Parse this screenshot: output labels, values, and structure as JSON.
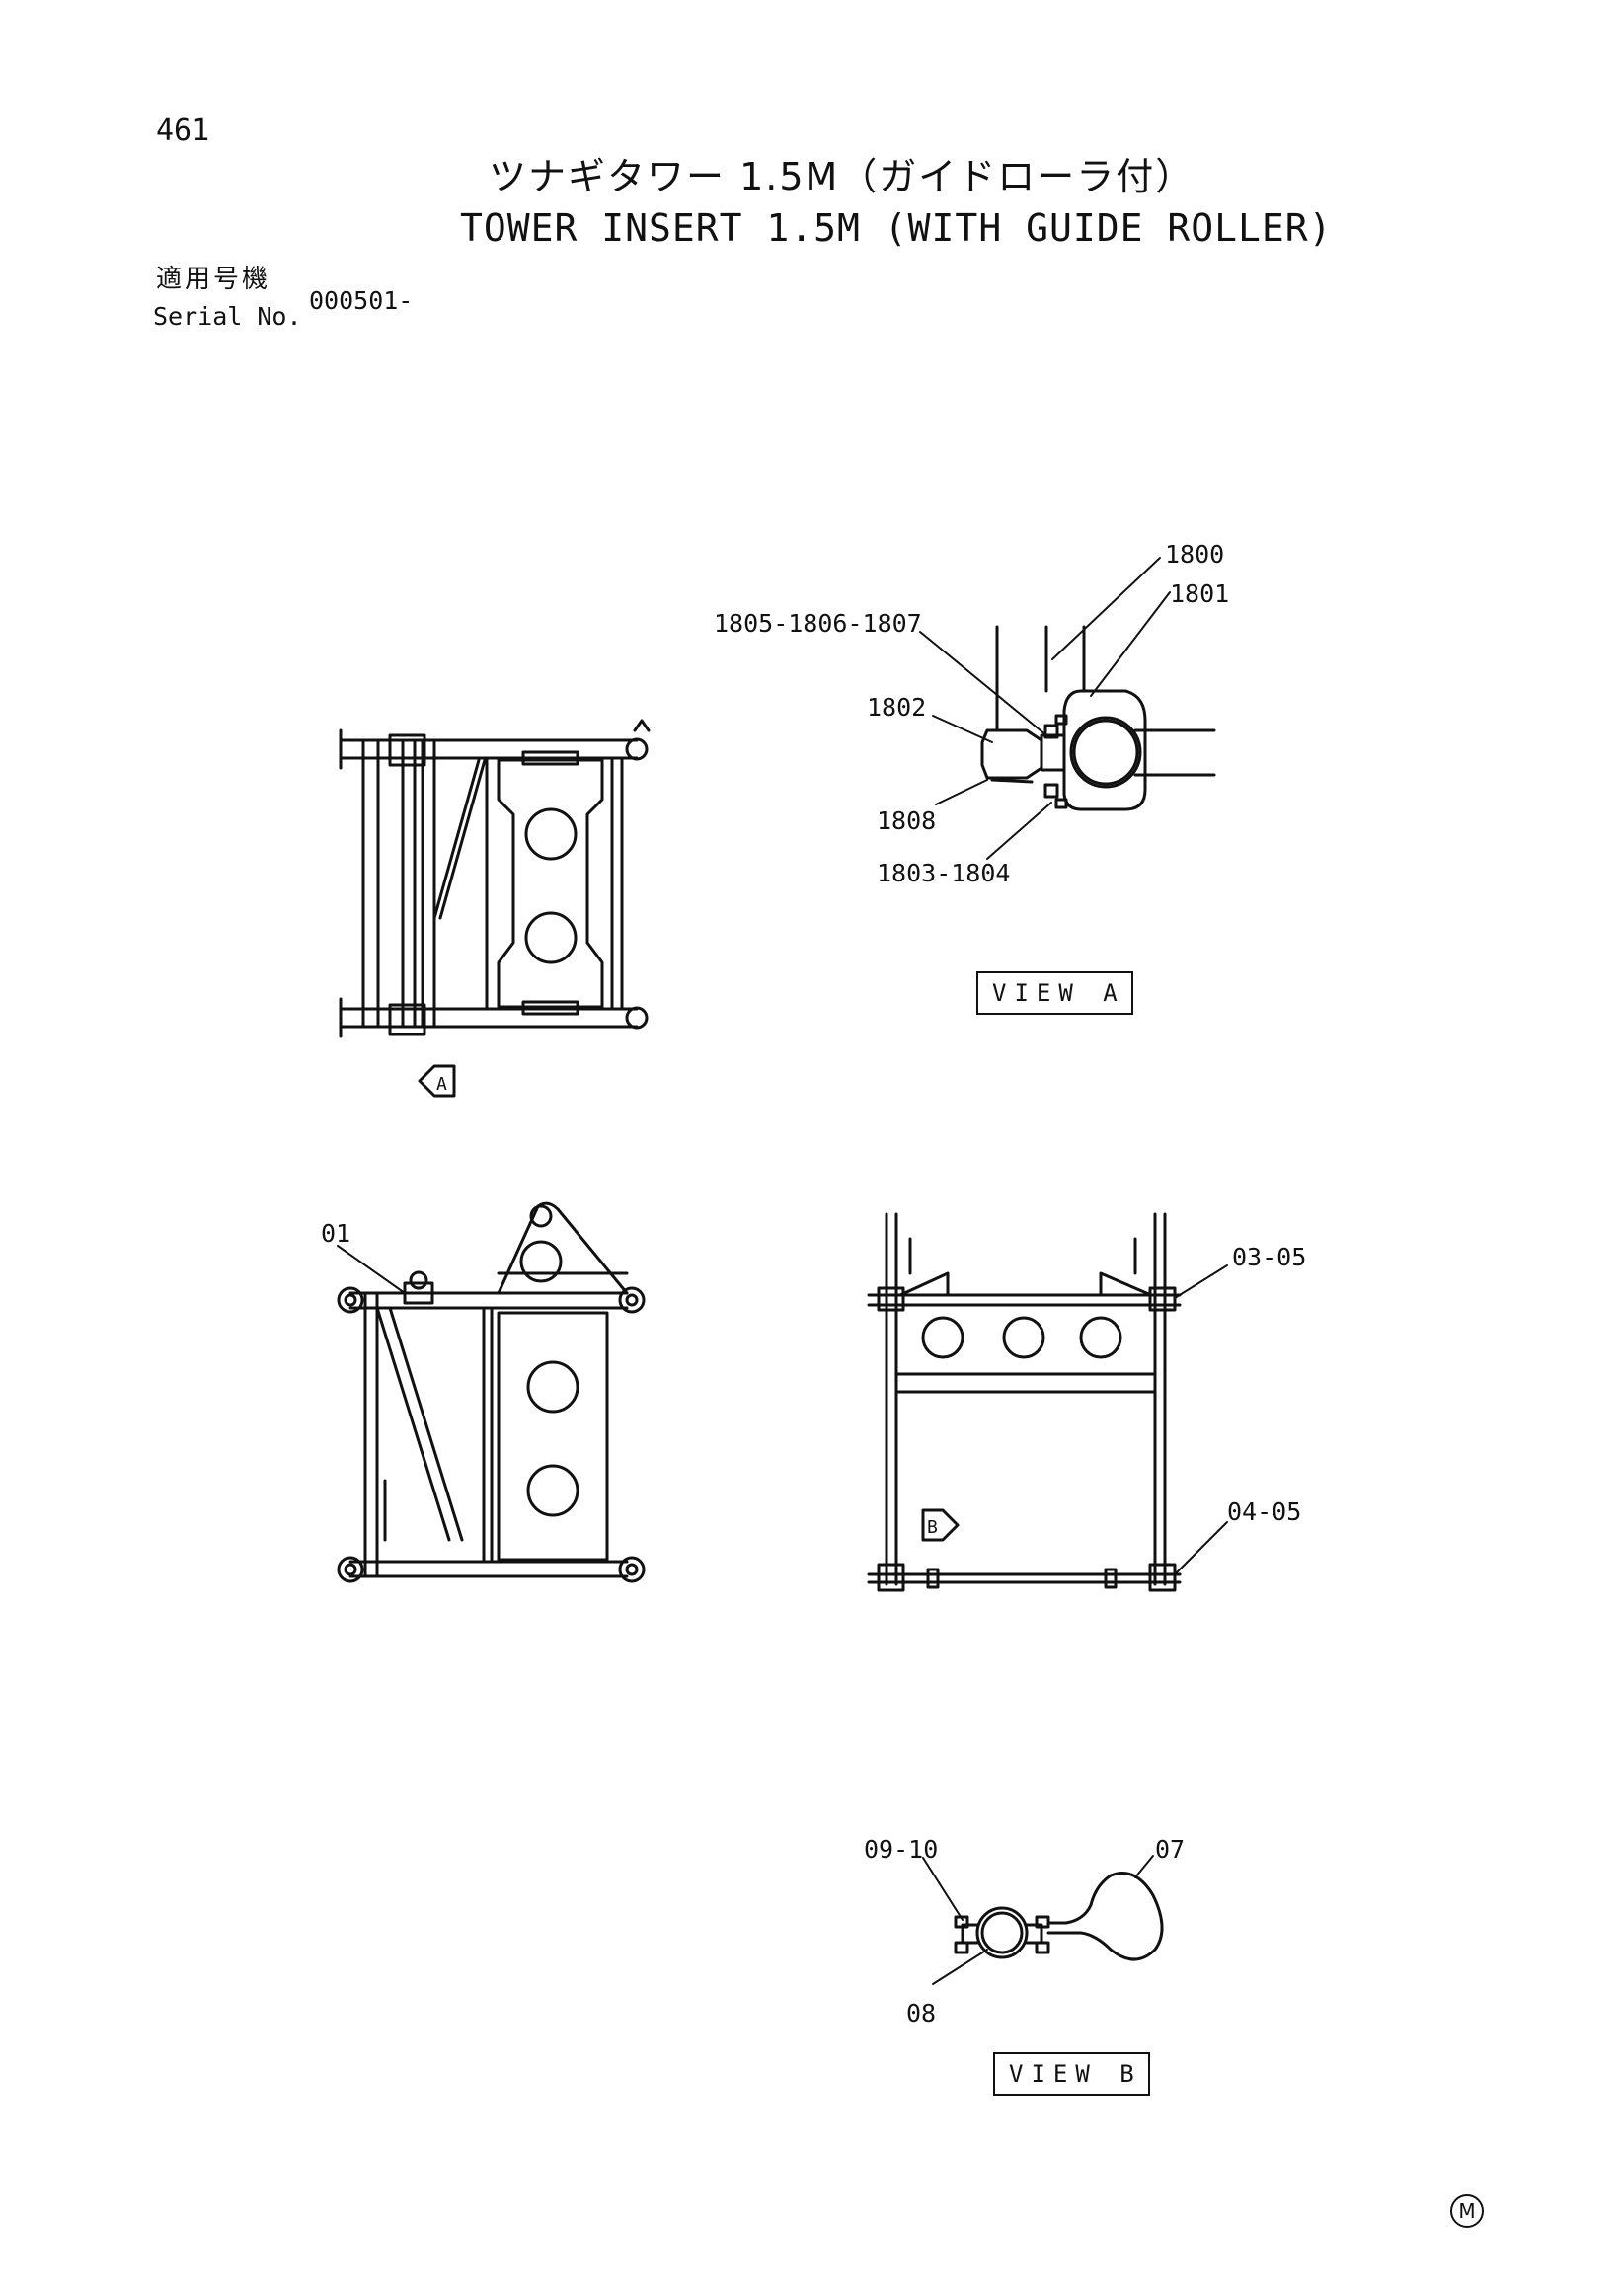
{
  "page_number": "461",
  "title_jp": "ツナギタワー 1.5M（ガイドローラ付）",
  "title_en": "TOWER INSERT 1.5M (WITH GUIDE ROLLER)",
  "serial_label_jp": "適用号機",
  "serial_label_en": "Serial No.",
  "serial_value": "000501-",
  "view_a_label": "VIEW A",
  "view_b_label": "VIEW B",
  "mark": "M",
  "callouts": {
    "c1800": "1800",
    "c1801": "1801",
    "c1805": "1805-1806-1807",
    "c1802": "1802",
    "c1808": "1808",
    "c1803": "1803-1804",
    "c01": "01",
    "c0305": "03-05",
    "c0405": "04-05",
    "c0910": "09-10",
    "c07": "07",
    "c08": "08"
  },
  "arrow_labels": {
    "a": "A",
    "b": "B"
  }
}
